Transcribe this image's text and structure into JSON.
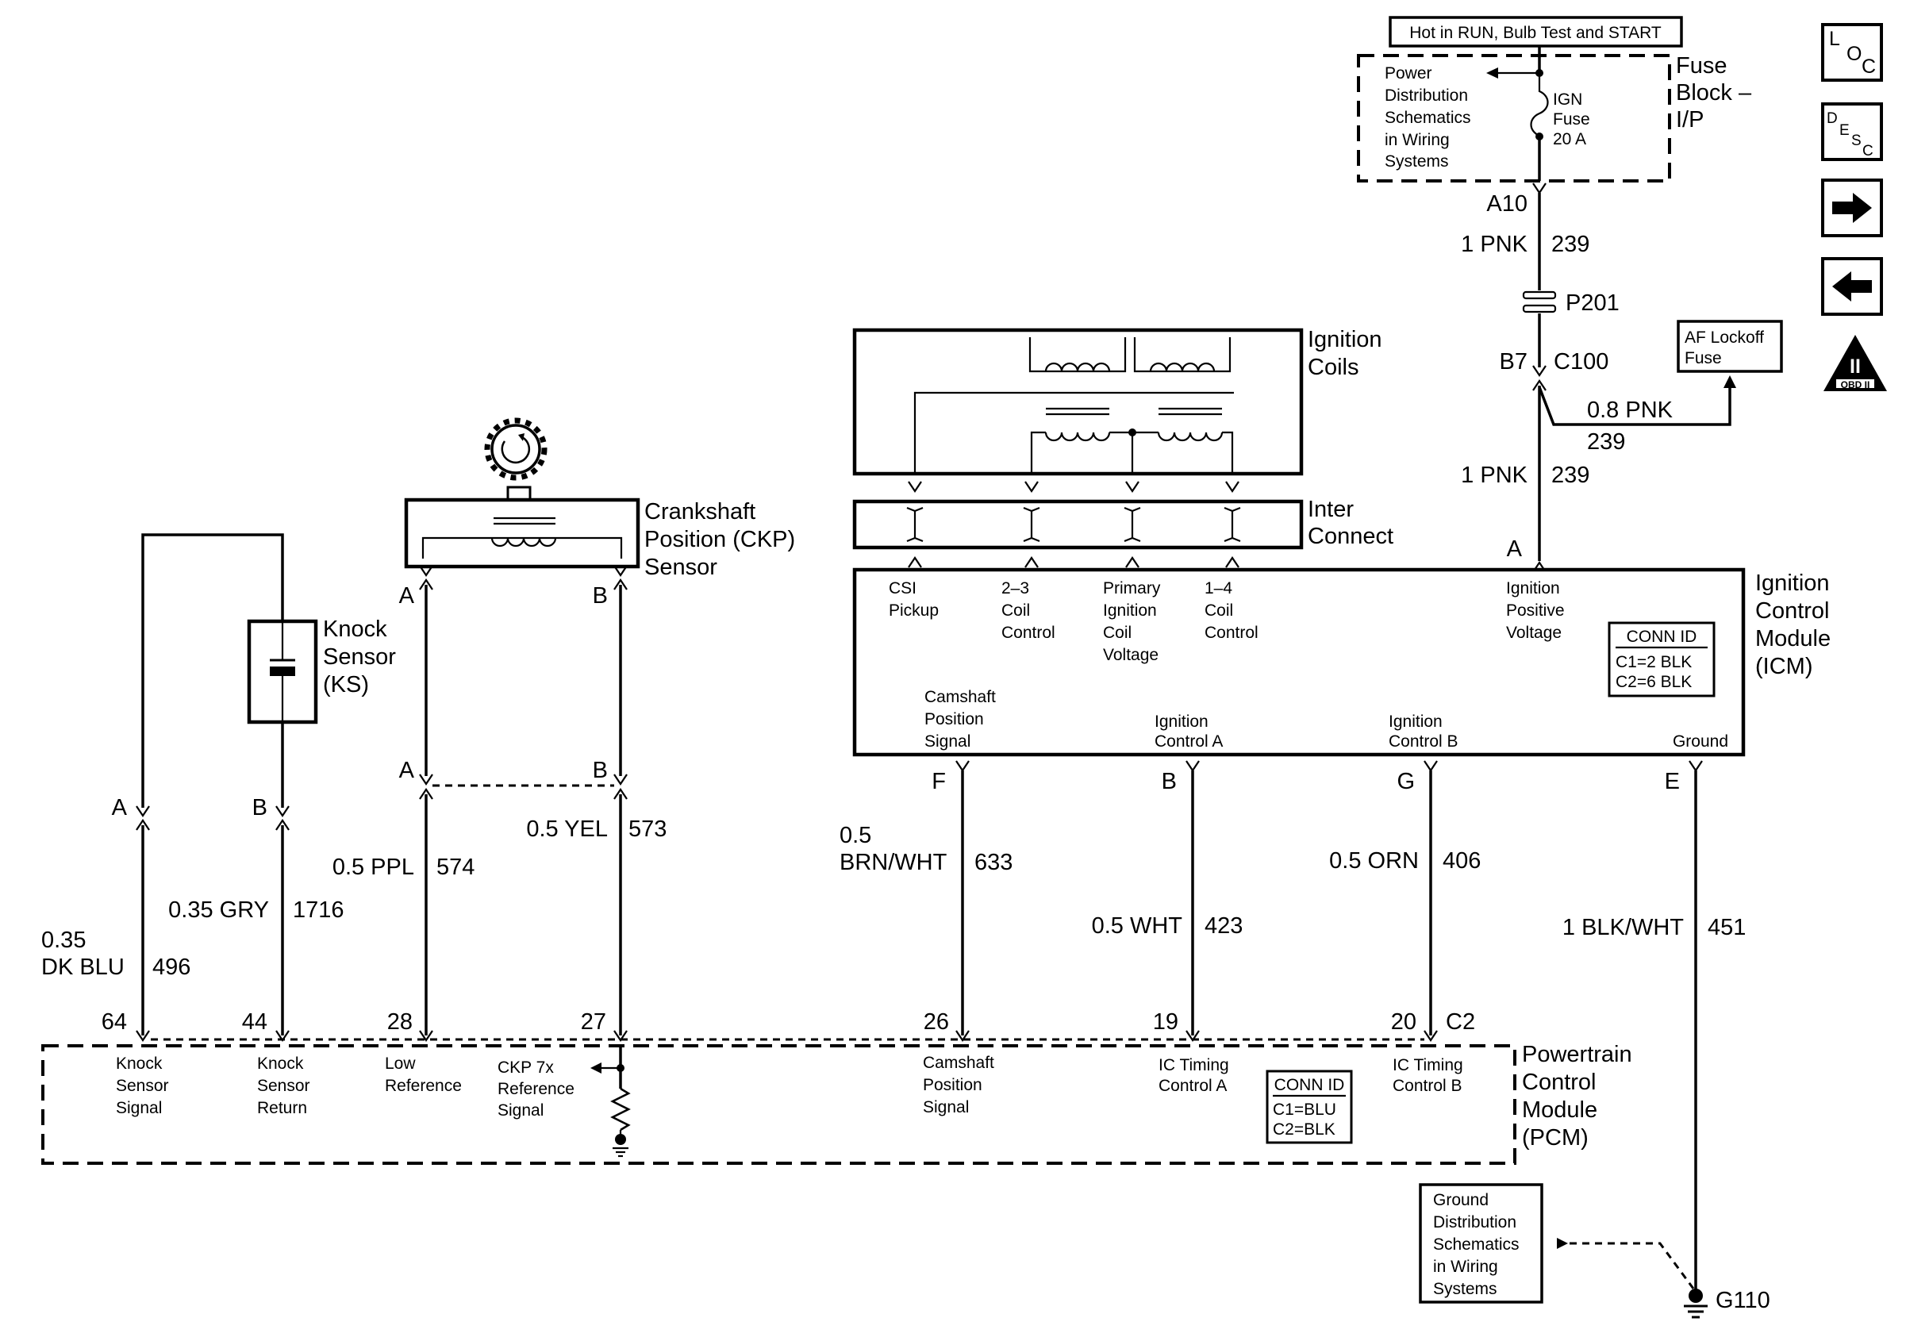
{
  "power_header": "Hot in RUN, Bulb Test and START",
  "fuse_block": {
    "label": [
      "Fuse",
      "Block –",
      "I/P"
    ],
    "note": [
      "Power",
      "Distribution",
      "Schematics",
      "in Wiring",
      "Systems"
    ],
    "fuse": [
      "IGN",
      "Fuse",
      "20 A"
    ]
  },
  "power_path": {
    "a10": "A10",
    "wire_top": {
      "color": "1 PNK",
      "circuit": "239"
    },
    "splice": "P201",
    "b7": "B7",
    "c100": "C100",
    "branch": {
      "color": "0.8 PNK",
      "circuit": "239"
    },
    "wire_bottom": {
      "color": "1 PNK",
      "circuit": "239"
    },
    "pin_a": "A"
  },
  "af_lockoff": [
    "AF Lockoff",
    "Fuse"
  ],
  "ignition_coils": [
    "Ignition",
    "Coils"
  ],
  "inter_connect": [
    "Inter",
    "Connect"
  ],
  "icm": {
    "label": [
      "Ignition",
      "Control",
      "Module",
      "(ICM)"
    ],
    "top_pins": [
      [
        "CSI",
        "Pickup"
      ],
      [
        "2–3",
        "Coil",
        "Control"
      ],
      [
        "Primary",
        "Ignition",
        "Coil",
        "Voltage"
      ],
      [
        "1–4",
        "Coil",
        "Control"
      ],
      [
        "Ignition",
        "Positive",
        "Voltage"
      ]
    ],
    "conn_id": [
      "CONN ID",
      "C1=2 BLK",
      "C2=6 BLK"
    ],
    "bottom_pins": [
      {
        "name": [
          "Camshaft",
          "Position",
          "Signal"
        ],
        "pin": "F"
      },
      {
        "name": [
          "Ignition",
          "Control A"
        ],
        "pin": "B"
      },
      {
        "name": [
          "Ignition",
          "Control B"
        ],
        "pin": "G"
      },
      {
        "name": [
          "Ground"
        ],
        "pin": "E"
      }
    ]
  },
  "ckp": {
    "label": [
      "Crankshaft",
      "Position (CKP)",
      "Sensor"
    ],
    "pin_a": "A",
    "pin_b": "B",
    "conn_a": "A",
    "conn_b": "B"
  },
  "knock_sensor": {
    "label": [
      "Knock",
      "Sensor",
      "(KS)"
    ],
    "pin_a": "A",
    "pin_b": "B"
  },
  "wires": [
    {
      "color": [
        "0.35",
        "DK BLU"
      ],
      "circuit": "496"
    },
    {
      "color": [
        "0.35 GRY"
      ],
      "circuit": "1716"
    },
    {
      "color": [
        "0.5 PPL"
      ],
      "circuit": "574"
    },
    {
      "color": [
        "0.5 YEL"
      ],
      "circuit": "573"
    },
    {
      "color": [
        "0.5",
        "BRN/WHT"
      ],
      "circuit": "633"
    },
    {
      "color": [
        "0.5 WHT"
      ],
      "circuit": "423"
    },
    {
      "color": [
        "0.5 ORN"
      ],
      "circuit": "406"
    },
    {
      "color": [
        "1 BLK/WHT"
      ],
      "circuit": "451"
    }
  ],
  "pcm": {
    "label": [
      "Powertrain",
      "Control",
      "Module",
      "(PCM)"
    ],
    "pins": [
      "64",
      "44",
      "28",
      "27",
      "26",
      "19",
      "20"
    ],
    "c2": "C2",
    "pin_names": [
      [
        "Knock",
        "Sensor",
        "Signal"
      ],
      [
        "Knock",
        "Sensor",
        "Return"
      ],
      [
        "Low",
        "Reference"
      ],
      [
        "CKP 7x",
        "Reference",
        "Signal"
      ],
      [
        "Camshaft",
        "Position",
        "Signal"
      ],
      [
        "IC Timing",
        "Control A"
      ],
      [
        "IC Timing",
        "Control B"
      ]
    ],
    "conn_id": [
      "CONN ID",
      "C1=BLU",
      "C2=BLK"
    ]
  },
  "ground": {
    "note": [
      "Ground",
      "Distribution",
      "Schematics",
      "in Wiring",
      "Systems"
    ],
    "label": "G110"
  },
  "nav": {
    "loc": [
      "L",
      "O",
      "C"
    ],
    "desc": [
      "D",
      "E",
      "S",
      "C"
    ],
    "obd": [
      "II",
      "OBD II"
    ],
    "icons": [
      "loc-icon",
      "desc-icon",
      "arrow-right-icon",
      "arrow-left-icon",
      "obd-ii-icon"
    ]
  }
}
